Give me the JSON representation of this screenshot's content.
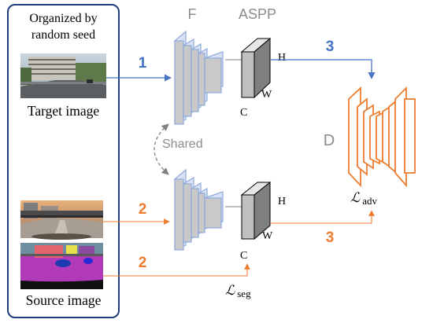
{
  "panel": {
    "header_line1": "Organized by",
    "header_line2": "random seed",
    "target_label": "Target image",
    "source_label": "Source image"
  },
  "network": {
    "feature_label": "F",
    "aspp_label": "ASPP",
    "shared_label": "Shared",
    "discriminator_label": "D",
    "dims": {
      "h": "H",
      "w": "W",
      "c": "C"
    }
  },
  "steps": {
    "one": "1",
    "two": "2",
    "three": "3"
  },
  "losses": {
    "adv_symbol": "ℒ",
    "adv_sub": "adv",
    "seg_symbol": "ℒ",
    "seg_sub": "seg"
  },
  "colors": {
    "panel_border": "#1f3d7a",
    "target_path": "#4472c4",
    "source_path": "#ed7d31",
    "layer_border": "#8faadc",
    "layer_fill": "#c9c9c9",
    "aspp_fill": "#bfbfbf",
    "gray_text": "#8c8c8c",
    "discriminator": "#ed7d31"
  }
}
